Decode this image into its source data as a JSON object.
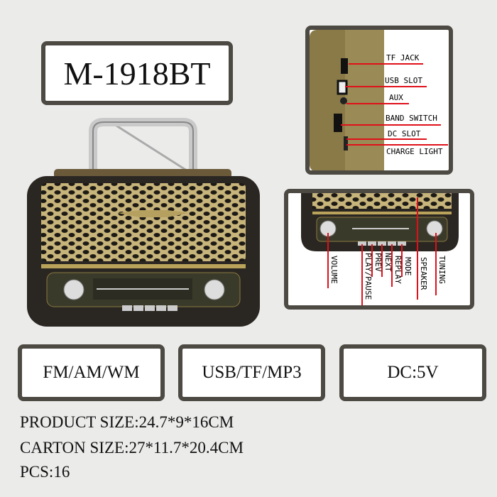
{
  "model": "M-1918BT",
  "badge_text": "M-1918BT",
  "side_labels": [
    "TF JACK",
    "USB SLOT",
    "AUX",
    "BAND SWITCH",
    "DC SLOT",
    "CHARGE LIGHT"
  ],
  "front_labels": [
    "VOLUME",
    "PLAY/PAUSE",
    "PREV",
    "NEXT",
    "REPLAY",
    "MODE",
    "SPEAKER",
    "TUNING"
  ],
  "features": [
    "FM/AM/WM",
    "USB/TF/MP3",
    "DC:5V"
  ],
  "specs": [
    "PRODUCT SIZE:24.7*9*16CM",
    "CARTON SIZE:27*11.7*20.4CM",
    "PCS:16"
  ],
  "colors": {
    "border": "#4d4943",
    "body": "#2a2622",
    "grille": "#b8a66a",
    "callout": "#e0101a",
    "side": "#8a7a48"
  }
}
